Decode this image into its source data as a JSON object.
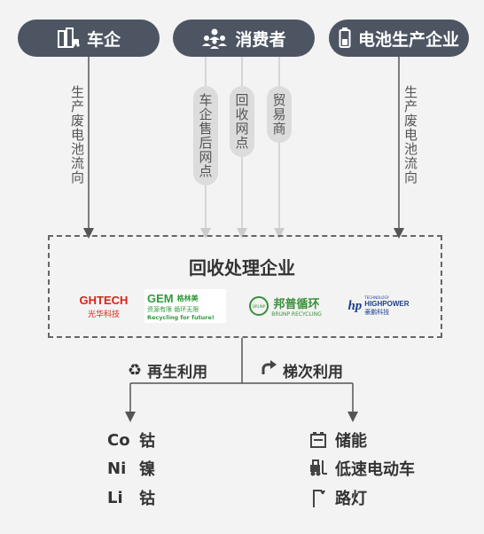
{
  "top_nodes": {
    "car_companies": "车企",
    "consumers": "消费者",
    "battery_makers": "电池生产企业"
  },
  "flow_labels": {
    "left": "生产废电池流向",
    "right": "生产废电池流向",
    "dealer": "车企售后网点",
    "recycle_point": "回收网点",
    "trader": "贸易商"
  },
  "center": {
    "title": "回收处理企业",
    "logos": {
      "ghtech_en": "GHTECH",
      "ghtech_cn": "光华科技",
      "gem_en": "GEM",
      "gem_cn1": "格林美",
      "gem_cn2": "资源有限 循环无限",
      "gem_slogan": "Recycling for future!",
      "brunp_cn": "邦普循环",
      "brunp_en": "BRUNP RECYCLING",
      "brunp_badge": "BRUNP",
      "highpower_en": "HIGHPOWER",
      "highpower_cn": "豪鹏科技",
      "highpower_tag": "TECHNOLOGY"
    }
  },
  "branches": {
    "left": "再生利用",
    "right": "梯次利用"
  },
  "left_items": [
    {
      "symbol": "Co",
      "name": "钴"
    },
    {
      "symbol": "Ni",
      "name": "镍"
    },
    {
      "symbol": "Li",
      "name": "钴"
    }
  ],
  "right_items": [
    {
      "label": "储能",
      "icon": "battery-storage-icon"
    },
    {
      "label": "低速电动车",
      "icon": "forklift-icon"
    },
    {
      "label": "路灯",
      "icon": "streetlight-icon"
    }
  ],
  "colors": {
    "pill": "#4d5563",
    "line": "#555555",
    "faint_line": "#cccccc",
    "capsule": "#dcdcdc",
    "ghtech_red": "#d9241b",
    "gem_green": "#2e9b3a",
    "highpower_blue": "#1d3f8f"
  }
}
